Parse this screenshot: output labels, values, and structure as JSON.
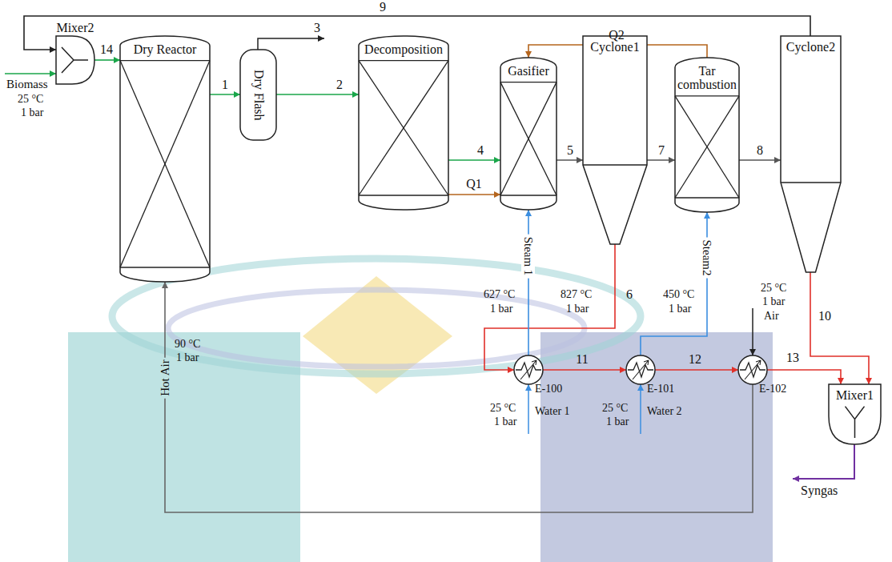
{
  "diagram": {
    "nodes": [
      {
        "text": [
          "Mixer2"
        ]
      },
      {
        "text": [
          "Dry Reactor"
        ]
      },
      {
        "text": [
          "Dry Flash"
        ]
      },
      {
        "text": [
          "Decomposition"
        ]
      },
      {
        "text": [
          "Gasifier"
        ]
      },
      {
        "text": [
          "Cyclone1"
        ]
      },
      {
        "text": [
          "Tar combustion"
        ]
      },
      {
        "text": [
          "Cyclone2"
        ]
      },
      {
        "text": [
          "E-100"
        ]
      },
      {
        "text": [
          "E-101"
        ]
      },
      {
        "text": [
          "E-102"
        ]
      },
      {
        "text": [
          "Mixer1"
        ]
      }
    ],
    "edges": [
      {
        "from": 0,
        "to": 1,
        "arrow": "to",
        "label": "14"
      },
      {
        "from": 1,
        "to": 2,
        "arrow": "to",
        "label": "1"
      },
      {
        "from": 2,
        "to": 3,
        "arrow": "to",
        "label": "2"
      },
      {
        "from": 3,
        "to": 4,
        "arrow": "to",
        "label": "4"
      },
      {
        "from": 3,
        "to": 4,
        "arrow": "to",
        "label": "Q1"
      },
      {
        "from": 4,
        "to": 5,
        "arrow": "to",
        "label": "5"
      },
      {
        "from": 5,
        "to": 6,
        "arrow": "to",
        "label": "7"
      },
      {
        "from": 6,
        "to": 7,
        "arrow": "to",
        "label": "8"
      },
      {
        "from": 6,
        "to": 4,
        "arrow": "to",
        "label": "Q2"
      },
      {
        "from": 7,
        "to": 0,
        "arrow": "to",
        "label": "9"
      },
      {
        "from": 7,
        "to": 11,
        "arrow": "to",
        "label": "10"
      },
      {
        "from": 5,
        "to": 8,
        "arrow": "to",
        "label": "6"
      },
      {
        "from": 8,
        "to": 9,
        "arrow": "to",
        "label": "11"
      },
      {
        "from": 9,
        "to": 10,
        "arrow": "to",
        "label": "12"
      },
      {
        "from": 10,
        "to": 11,
        "arrow": "to",
        "label": "13"
      },
      {
        "from": 8,
        "to": 4,
        "arrow": "to",
        "label": "Steam 1"
      },
      {
        "from": 9,
        "to": 6,
        "arrow": "to",
        "label": "Steam2"
      },
      {
        "from": 10,
        "to": 1,
        "arrow": "to",
        "label": "Hot Air"
      }
    ],
    "labels": [
      "3",
      "Biomass",
      "25 °C",
      "1 bar",
      "627 °C",
      "1 bar",
      "827 °C",
      "1 bar",
      "450 °C",
      "1 bar",
      "25 °C",
      "1 bar",
      "Air",
      "90 °C",
      "1 bar",
      "25 °C",
      "1 bar",
      "Water 1",
      "25 °C",
      "1 bar",
      "Water 2",
      "Syngas"
    ]
  }
}
